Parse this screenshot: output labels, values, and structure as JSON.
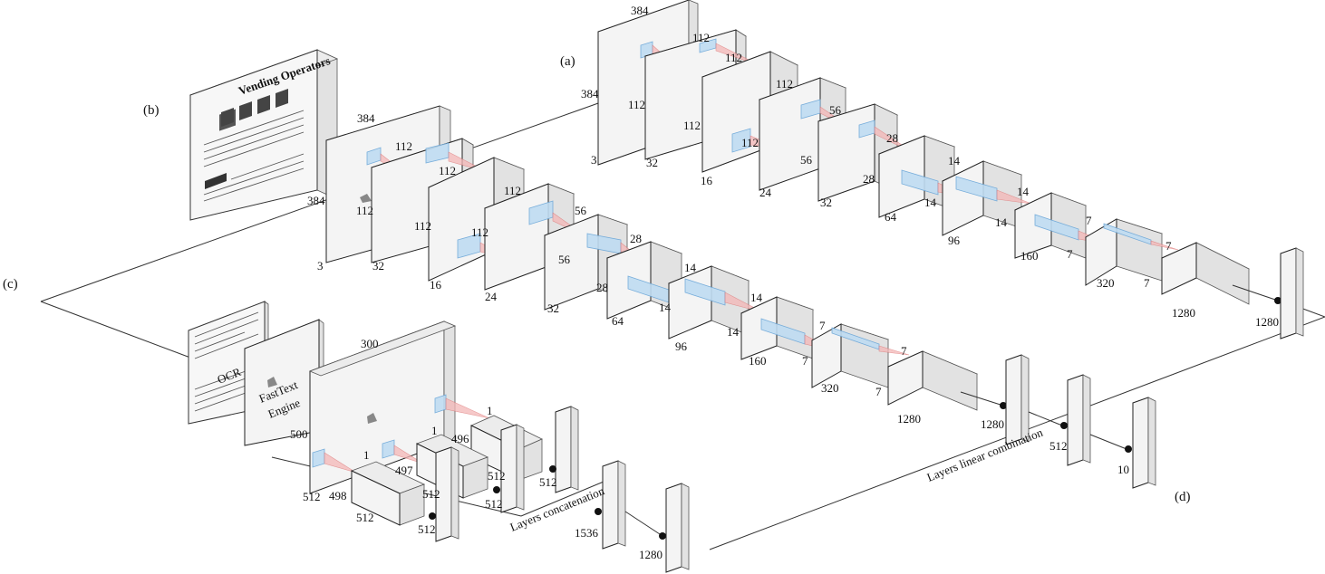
{
  "panels": {
    "a": "(a)",
    "b": "(b)",
    "c": "(c)",
    "d": "(d)"
  },
  "text_blocks": {
    "ocr": "OCR",
    "fasttext_1": "FastText",
    "fasttext_2": "Engine"
  },
  "captions": {
    "concat": "Layers concatenation",
    "linear": "Layers linear combination"
  },
  "image_net_labels": [
    "384",
    "384",
    "3",
    "112",
    "112",
    "112",
    "32",
    "112",
    "112",
    "16",
    "112",
    "56",
    "24",
    "56",
    "28",
    "32",
    "28",
    "14",
    "64",
    "14",
    "14",
    "96",
    "14",
    "7",
    "160",
    "7",
    "7",
    "320",
    "7",
    "1280"
  ],
  "image_net_b_labels": [
    "384",
    "384",
    "3",
    "112",
    "112",
    "112",
    "32",
    "112",
    "112",
    "16",
    "112",
    "56",
    "24",
    "56",
    "28",
    "32",
    "28",
    "14",
    "64",
    "14",
    "14",
    "96",
    "14",
    "7",
    "160",
    "7",
    "7",
    "320",
    "7",
    "1280"
  ],
  "text_labels": [
    "300",
    "500",
    "1",
    "1",
    "497",
    "512",
    "496",
    "512",
    "1",
    "498",
    "512",
    "512",
    "512",
    "512",
    "512",
    "1536",
    "1280"
  ],
  "vector_labels": [
    "1280",
    "1280",
    "512",
    "10"
  ]
}
